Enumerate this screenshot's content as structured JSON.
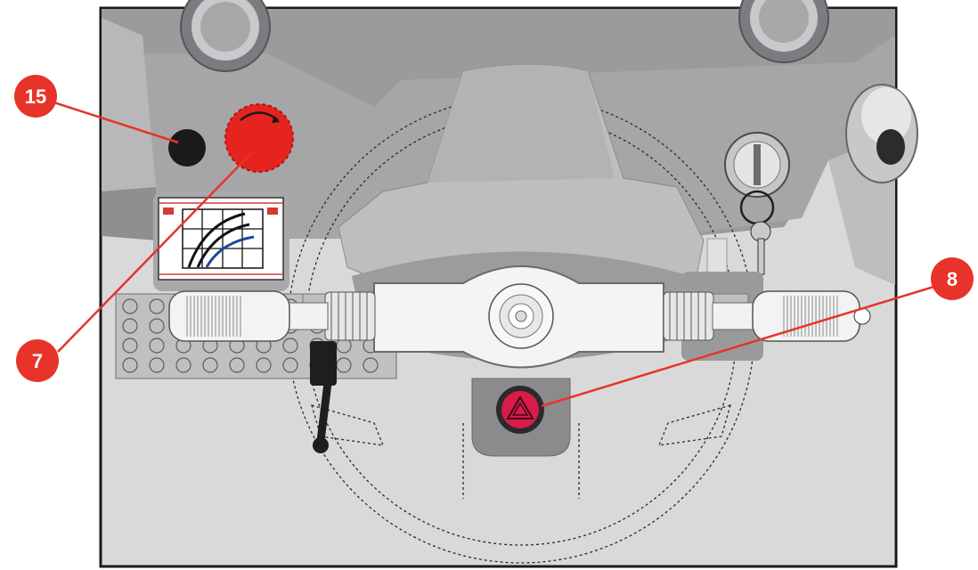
{
  "callouts": [
    {
      "id": "15",
      "label": "15",
      "target": "black-knob"
    },
    {
      "id": "7",
      "label": "7",
      "target": "red-emergency-button"
    },
    {
      "id": "8",
      "label": "8",
      "target": "hazard-warning-button"
    }
  ],
  "colors": {
    "callout_red": "#e8332a",
    "emergency_red": "#e52420",
    "hazard_red": "#d91b4a",
    "frame": "#1a1a1a",
    "dash_top": "#9a9a9c",
    "floor": "#d9d9da"
  },
  "icons": {
    "hazard": "hazard-triangle-icon",
    "key": "key-icon",
    "sticker": "operating-diagram-sticker"
  }
}
